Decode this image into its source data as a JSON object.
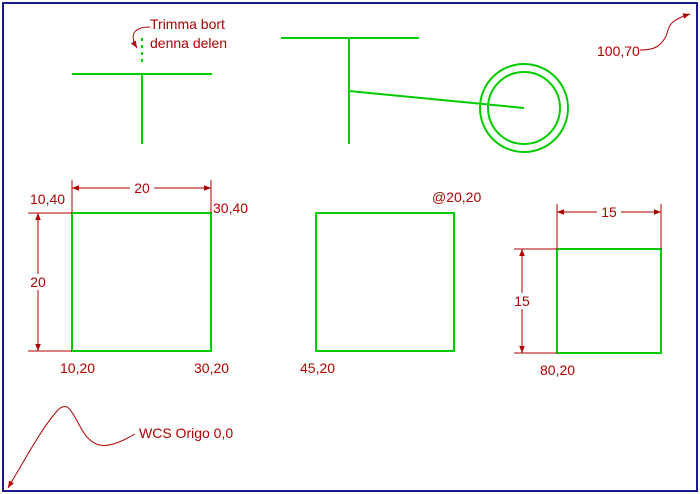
{
  "colors": {
    "frame": "#1a1a8c",
    "geometry": "#00cc00",
    "annotation": "#b00000",
    "background": "#ffffff"
  },
  "labels": {
    "trim_note_line1": "Trimma bort",
    "trim_note_line2": "denna delen",
    "top_right_coord": "100,70",
    "wcs_origin": "WCS Origo 0,0",
    "sq1_top_left": "10,40",
    "sq1_top_right": "30,40",
    "sq1_bottom_left": "10,20",
    "sq1_bottom_right": "30,20",
    "sq1_width_dim": "20",
    "sq1_height_dim": "20",
    "sq2_relative": "@20,20",
    "sq2_bottom_left": "45,20",
    "sq3_width_dim": "15",
    "sq3_height_dim": "15",
    "sq3_bottom_left": "80,20"
  }
}
